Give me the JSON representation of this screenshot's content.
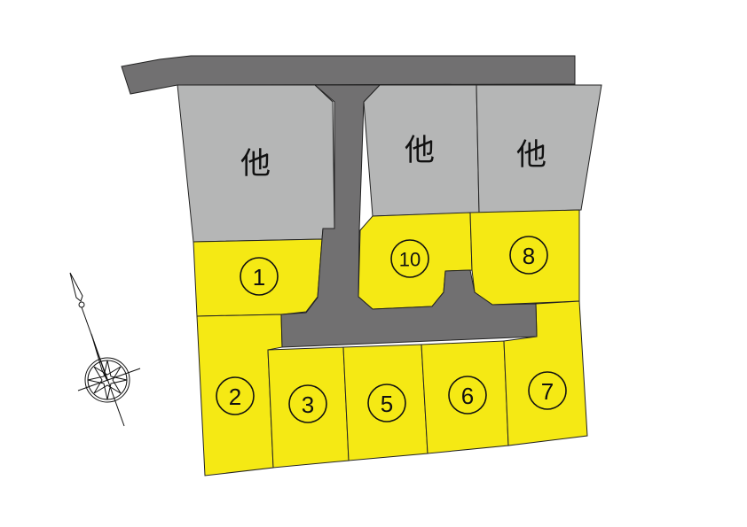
{
  "title": "区画図",
  "colors": {
    "lot": "#f5e914",
    "other": "#b5b6b6",
    "road": "#717071"
  },
  "other_lots": [
    {
      "label": "他"
    },
    {
      "label": "他"
    },
    {
      "label": "他"
    }
  ],
  "lots": [
    {
      "label": "1"
    },
    {
      "label": "2"
    },
    {
      "label": "3"
    },
    {
      "label": "5"
    },
    {
      "label": "6"
    },
    {
      "label": "7"
    },
    {
      "label": "8"
    },
    {
      "label": "10"
    }
  ],
  "compass": {
    "icon": "north-arrow-compass-icon"
  }
}
